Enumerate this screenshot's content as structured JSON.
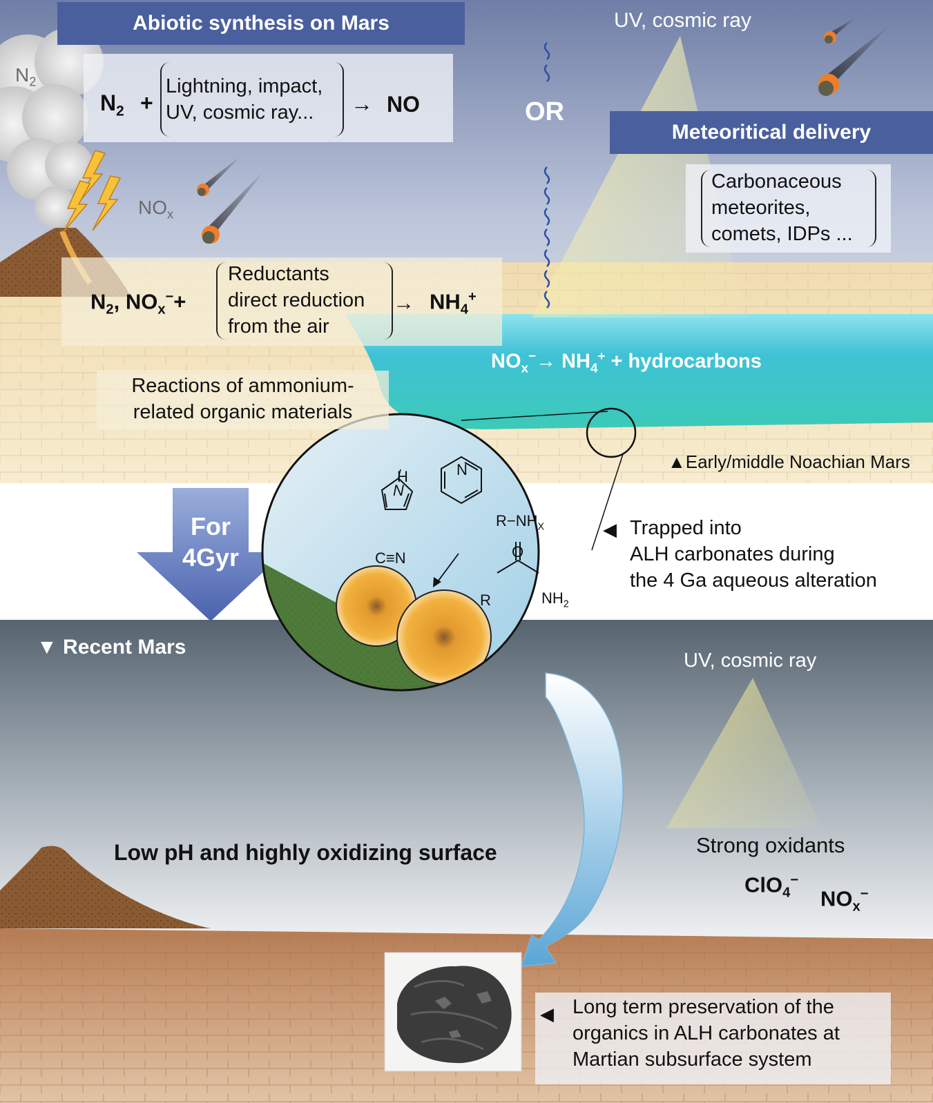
{
  "top": {
    "abiotic_title": "Abiotic synthesis on Mars",
    "n2_plume": "N",
    "n2_plume_sub": "2",
    "reaction1": {
      "left": "N",
      "left_sub": "2",
      "plus": "+",
      "conditions": [
        "Lightning, impact,",
        "UV, cosmic ray..."
      ],
      "arrow": "→",
      "product": "NO"
    },
    "nox_label": "NO",
    "nox_label_sub": "x",
    "reaction2": {
      "left": "N",
      "left_sub": "2",
      "left_mid": ", NO",
      "left_sub2": "x",
      "left_sup": "−",
      "plus": "+",
      "conditions": [
        "Reductants",
        "direct reduction",
        "from the air"
      ],
      "arrow": "→",
      "product": "NH",
      "product_sub": "4",
      "product_sup": "+"
    },
    "ocean_reaction": {
      "nox": "NO",
      "nox_sub": "x",
      "nox_sup": "−",
      "arrow": "→",
      "nh": " NH",
      "nh_sub": "4",
      "nh_sup": "+",
      "rest": " + hydrocarbons"
    },
    "reactions_box": [
      "Reactions of ammonium-",
      "related organic materials"
    ],
    "or_label": "OR",
    "uv_top": "UV, cosmic ray",
    "meteor_title": "Meteoritical delivery",
    "meteor_box": [
      "Carbonaceous",
      "meteorites,",
      "comets, IDPs ..."
    ],
    "noachian": "▲Early/middle Noachian Mars"
  },
  "middle": {
    "arrow_text": [
      "For",
      "4Gyr"
    ],
    "trapped": [
      "Trapped into",
      "ALH carbonates during",
      "the 4 Ga aqueous alteration"
    ],
    "trapped_marker": "◀",
    "molecules": {
      "pyrrole_h": "H",
      "pyrrole_n": "N",
      "pyridine_n": "N",
      "amine": "R−NH",
      "amine_sub": "X",
      "nitrile": "C≡N",
      "amide_o": "O",
      "amide_r": "R",
      "amide_nh": "NH",
      "amide_nh_sub": "2"
    }
  },
  "bottom": {
    "recent_mars": "▼ Recent Mars",
    "uv_bottom": "UV, cosmic ray",
    "surface": "Low pH and highly oxidizing surface",
    "oxidants_title": "Strong oxidants",
    "clo4": "ClO",
    "clo4_sub": "4",
    "clo4_sup": "−",
    "nox2": "NO",
    "nox2_sub": "x",
    "nox2_sup": "−",
    "preservation_marker": "◀",
    "preservation": [
      "Long term preservation of the",
      "organics in ALH carbonates at",
      "Martian subsurface system"
    ]
  },
  "colors": {
    "banner": "#4a5f9d",
    "ocean": "#3cc4d0",
    "sand": "#f2e1b8",
    "volcano": "#8a5a32",
    "recent_sky": "#5a6a78",
    "recent_ground": "#c48f67"
  }
}
